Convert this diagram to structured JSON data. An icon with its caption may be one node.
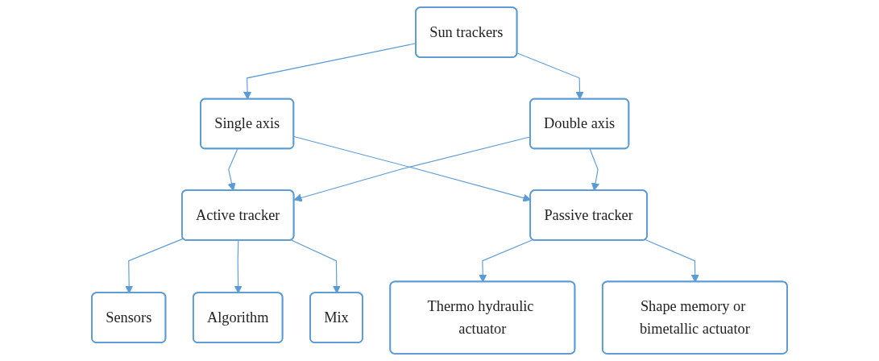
{
  "diagram": {
    "nodes": [
      {
        "text": [
          "Sun trackers"
        ]
      },
      {
        "text": [
          "Single axis"
        ]
      },
      {
        "text": [
          "Double axis"
        ]
      },
      {
        "text": [
          "Active tracker"
        ]
      },
      {
        "text": [
          "Passive tracker"
        ]
      },
      {
        "text": [
          "Sensors"
        ]
      },
      {
        "text": [
          "Algorithm"
        ]
      },
      {
        "text": [
          "Mix"
        ]
      },
      {
        "text": [
          "Thermo hydraulic actuator"
        ]
      },
      {
        "text": [
          "Shape memory or bimetallic actuator"
        ]
      }
    ],
    "edges": [
      {
        "from": 0,
        "to": 1,
        "arrow": "to"
      },
      {
        "from": 0,
        "to": 2,
        "arrow": "to"
      },
      {
        "from": 1,
        "to": 3,
        "arrow": "to"
      },
      {
        "from": 1,
        "to": 4,
        "arrow": "to"
      },
      {
        "from": 2,
        "to": 3,
        "arrow": "to"
      },
      {
        "from": 2,
        "to": 4,
        "arrow": "to"
      },
      {
        "from": 3,
        "to": 5,
        "arrow": "to"
      },
      {
        "from": 3,
        "to": 6,
        "arrow": "to"
      },
      {
        "from": 3,
        "to": 7,
        "arrow": "to"
      },
      {
        "from": 4,
        "to": 8,
        "arrow": "to"
      },
      {
        "from": 4,
        "to": 9,
        "arrow": "to"
      }
    ]
  }
}
